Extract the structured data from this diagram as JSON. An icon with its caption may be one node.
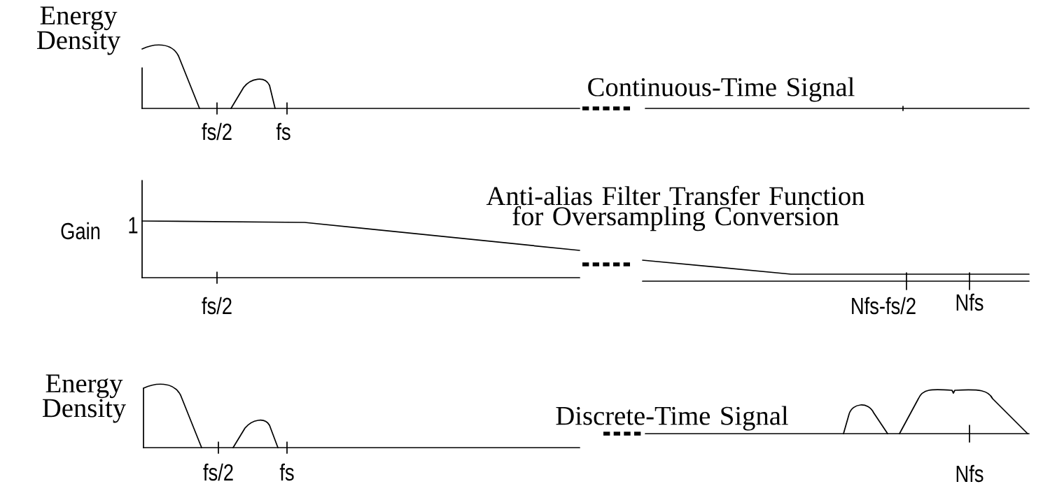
{
  "diagram": {
    "labels": [
      "Energy Density",
      "Continuous-Time Signal",
      "fs/2",
      "fs",
      "Anti-alias Filter Transfer Function for Oversampling Conversion",
      "Gain",
      "1",
      "fs/2",
      "Nfs-fs/2",
      "Nfs",
      "Energy Density",
      "Discrete-Time Signal",
      "fs/2",
      "fs",
      "Nfs"
    ]
  }
}
